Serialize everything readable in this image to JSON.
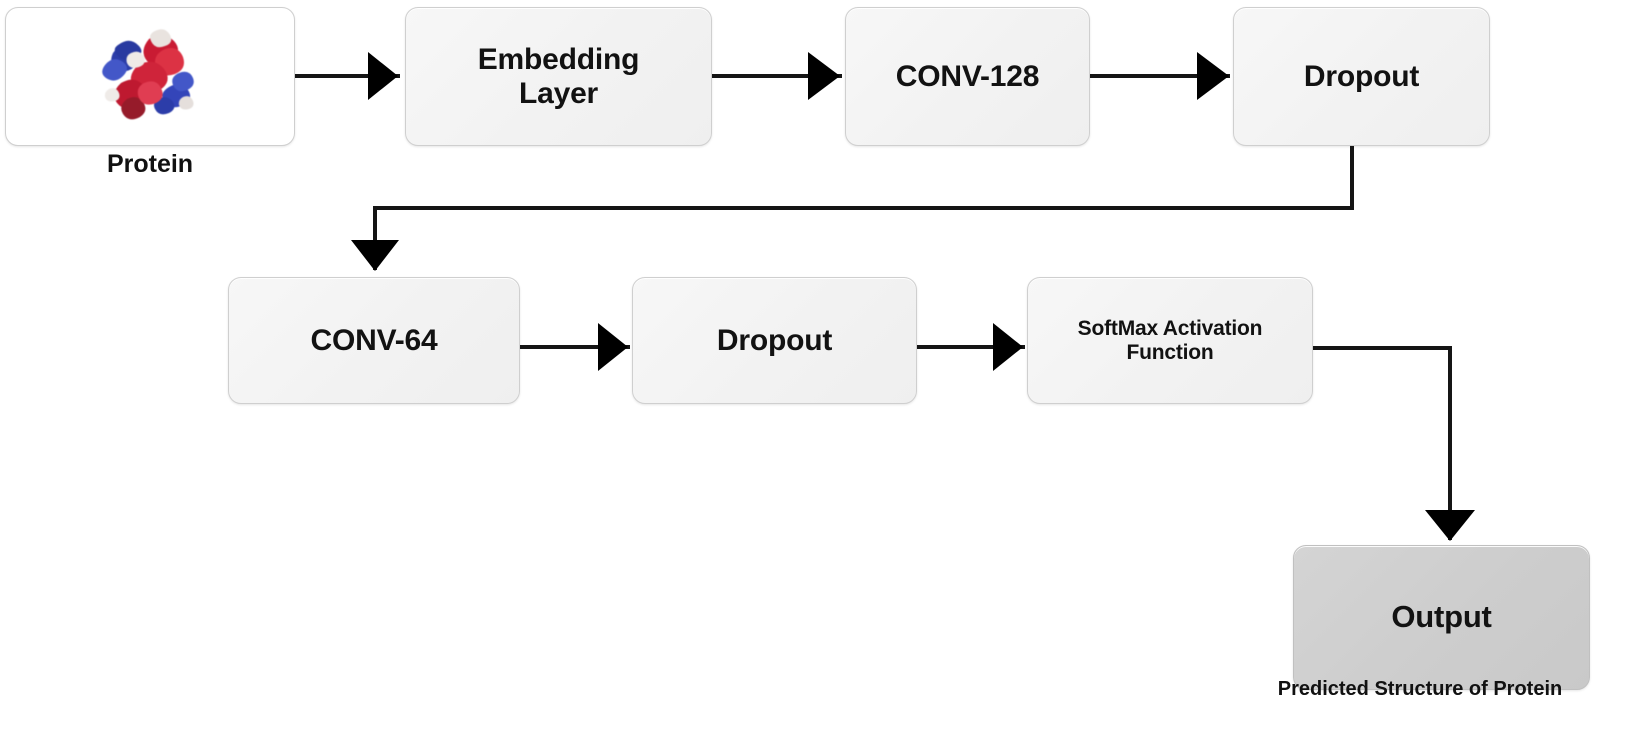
{
  "diagram": {
    "title": "Protein structure prediction CNN pipeline",
    "background_color": "#ffffff",
    "node_fill": "#f2f2f2",
    "node_border": "#cfcfcf",
    "output_fill": "#cdcdcd",
    "connector_color": "#151515",
    "nodes": [
      {
        "id": "protein",
        "label": "",
        "caption": "Protein"
      },
      {
        "id": "embedding",
        "label": "Embedding\nLayer",
        "line1": "Embedding",
        "line2": "Layer"
      },
      {
        "id": "conv128",
        "label": "CONV-128"
      },
      {
        "id": "dropout1",
        "label": "Dropout"
      },
      {
        "id": "conv64",
        "label": "CONV-64"
      },
      {
        "id": "dropout2",
        "label": "Dropout"
      },
      {
        "id": "softmax",
        "label": "SoftMax Activation Function",
        "line1": "SoftMax Activation",
        "line2": "Function"
      },
      {
        "id": "output",
        "label": "Output",
        "caption": "Predicted Structure of Protein"
      }
    ],
    "labels": {
      "protein_caption": "Protein",
      "embedding_line1": "Embedding",
      "embedding_line2": "Layer",
      "conv128": "CONV-128",
      "dropout1": "Dropout",
      "conv64": "CONV-64",
      "dropout2": "Dropout",
      "softmax_line1": "SoftMax Activation",
      "softmax_line2": "Function",
      "output": "Output",
      "output_caption": "Predicted Structure of Protein"
    },
    "protein_thumbnail": {
      "name": "protein-ribbon-structure",
      "colors": [
        "#c0112a",
        "#d42a3c",
        "#2233a0",
        "#3a4fc0",
        "#e8e2de",
        "#8c1020"
      ]
    },
    "edges": [
      {
        "from": "protein",
        "to": "embedding",
        "kind": "straight-right"
      },
      {
        "from": "embedding",
        "to": "conv128",
        "kind": "straight-right"
      },
      {
        "from": "conv128",
        "to": "dropout1",
        "kind": "straight-right"
      },
      {
        "from": "dropout1",
        "to": "conv64",
        "kind": "elbow-down-left"
      },
      {
        "from": "conv64",
        "to": "dropout2",
        "kind": "straight-right"
      },
      {
        "from": "dropout2",
        "to": "softmax",
        "kind": "straight-right"
      },
      {
        "from": "softmax",
        "to": "output",
        "kind": "elbow-right-down"
      }
    ]
  }
}
